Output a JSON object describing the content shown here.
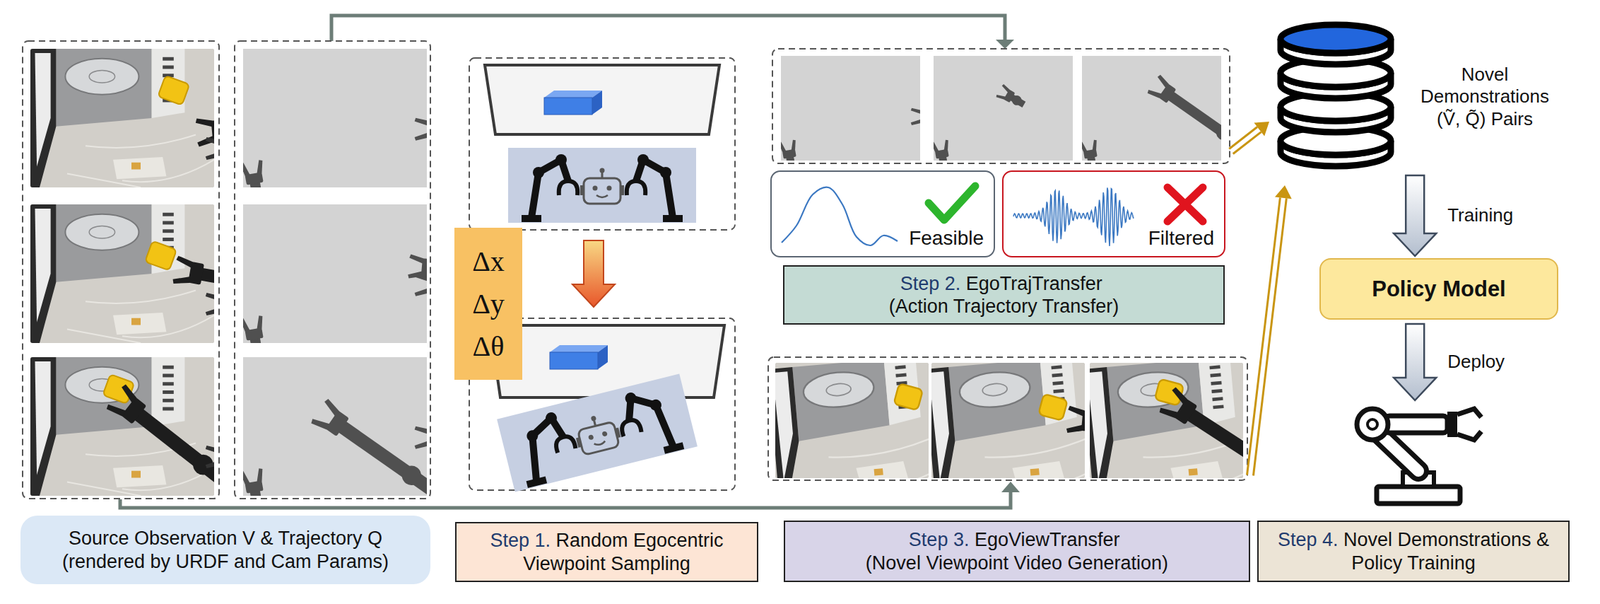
{
  "diagram": {
    "nodes": [
      {
        "text": [
          "Source Observation V & Trajectory Q (rendered by URDF and Cam Params)"
        ]
      },
      {
        "text": [
          "Δx Δy Δθ"
        ]
      },
      {
        "text": [
          "Step 1.",
          "Random Egocentric Viewpoint Sampling"
        ]
      },
      {
        "text": [
          "Feasible"
        ]
      },
      {
        "text": [
          "Filtered"
        ]
      },
      {
        "text": [
          "Step 2.",
          "EgoTrajTransfer",
          "(Action Trajectory Transfer)"
        ]
      },
      {
        "text": [
          "Step 3.",
          "EgoViewTransfer",
          "(Novel Viewpoint Video Generation)"
        ]
      },
      {
        "text": [
          "Novel Demonstrations (Ṽ, Q̃) Pairs"
        ]
      },
      {
        "text": [
          "Policy Model"
        ]
      },
      {
        "text": [
          "Step 4.",
          "Novel Demonstrations & Policy Training"
        ]
      }
    ],
    "edges": [
      {
        "from": 7,
        "to": 8,
        "arrow": "to",
        "label": "Training"
      }
    ],
    "labels": [
      "Deploy"
    ]
  }
}
